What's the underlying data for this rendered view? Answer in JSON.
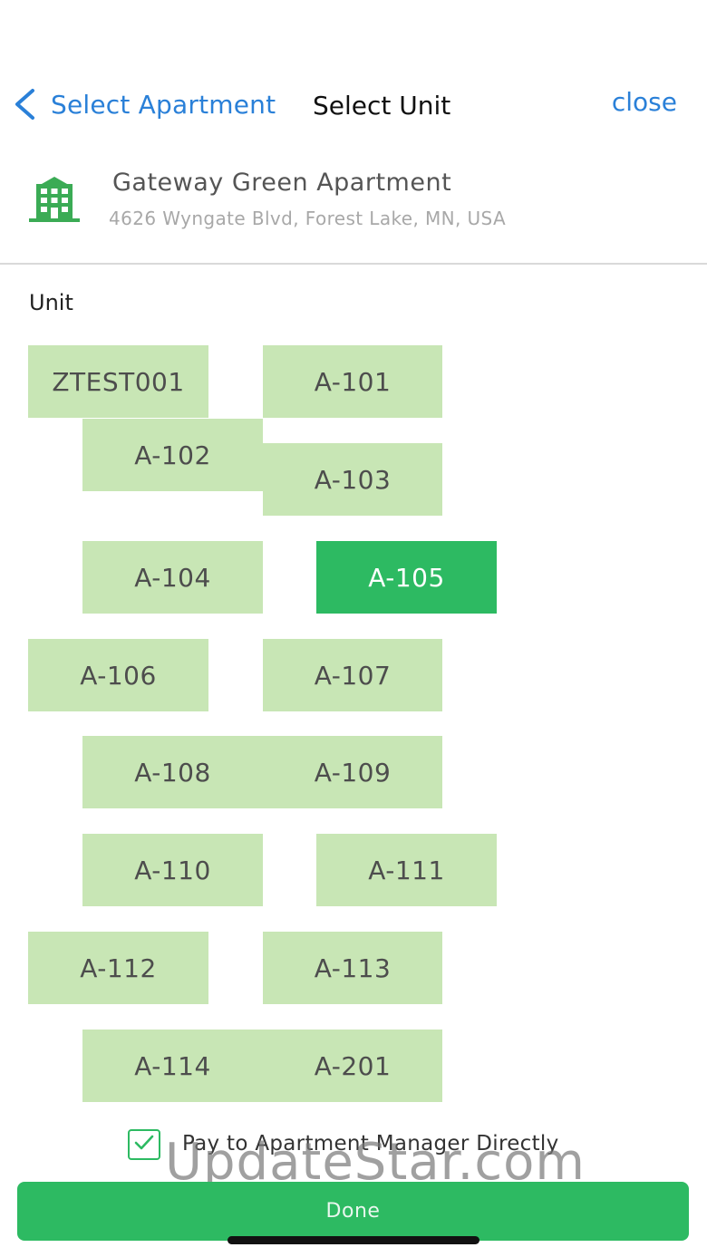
{
  "nav": {
    "back_label": "Select Apartment",
    "title": "Select Unit",
    "close_label": "close"
  },
  "apartment": {
    "icon": "building-icon",
    "name": "Gateway Green Apartment",
    "address": "4626 Wyngate Blvd, Forest Lake, MN, USA"
  },
  "units": {
    "label": "Unit",
    "items": [
      {
        "label": "ZTEST001",
        "selected": false
      },
      {
        "label": "A-101",
        "selected": false
      },
      {
        "label": "A-102",
        "selected": false
      },
      {
        "label": "A-103",
        "selected": false
      },
      {
        "label": "A-104",
        "selected": false
      },
      {
        "label": "A-105",
        "selected": true
      },
      {
        "label": "A-106",
        "selected": false
      },
      {
        "label": "A-107",
        "selected": false
      },
      {
        "label": "A-108",
        "selected": false
      },
      {
        "label": "A-109",
        "selected": false
      },
      {
        "label": "A-110",
        "selected": false
      },
      {
        "label": "A-111",
        "selected": false
      },
      {
        "label": "A-112",
        "selected": false
      },
      {
        "label": "A-113",
        "selected": false
      },
      {
        "label": "A-114",
        "selected": false
      },
      {
        "label": "A-201",
        "selected": false
      }
    ]
  },
  "pay_direct": {
    "checked": true,
    "label": "Pay to Apartment Manager Directly"
  },
  "done_label": "Done",
  "watermark": "UpdateStar.com",
  "colors": {
    "accent_blue": "#2a80d8",
    "green_primary": "#2dba62",
    "tile_green": "#c8e6b5"
  }
}
